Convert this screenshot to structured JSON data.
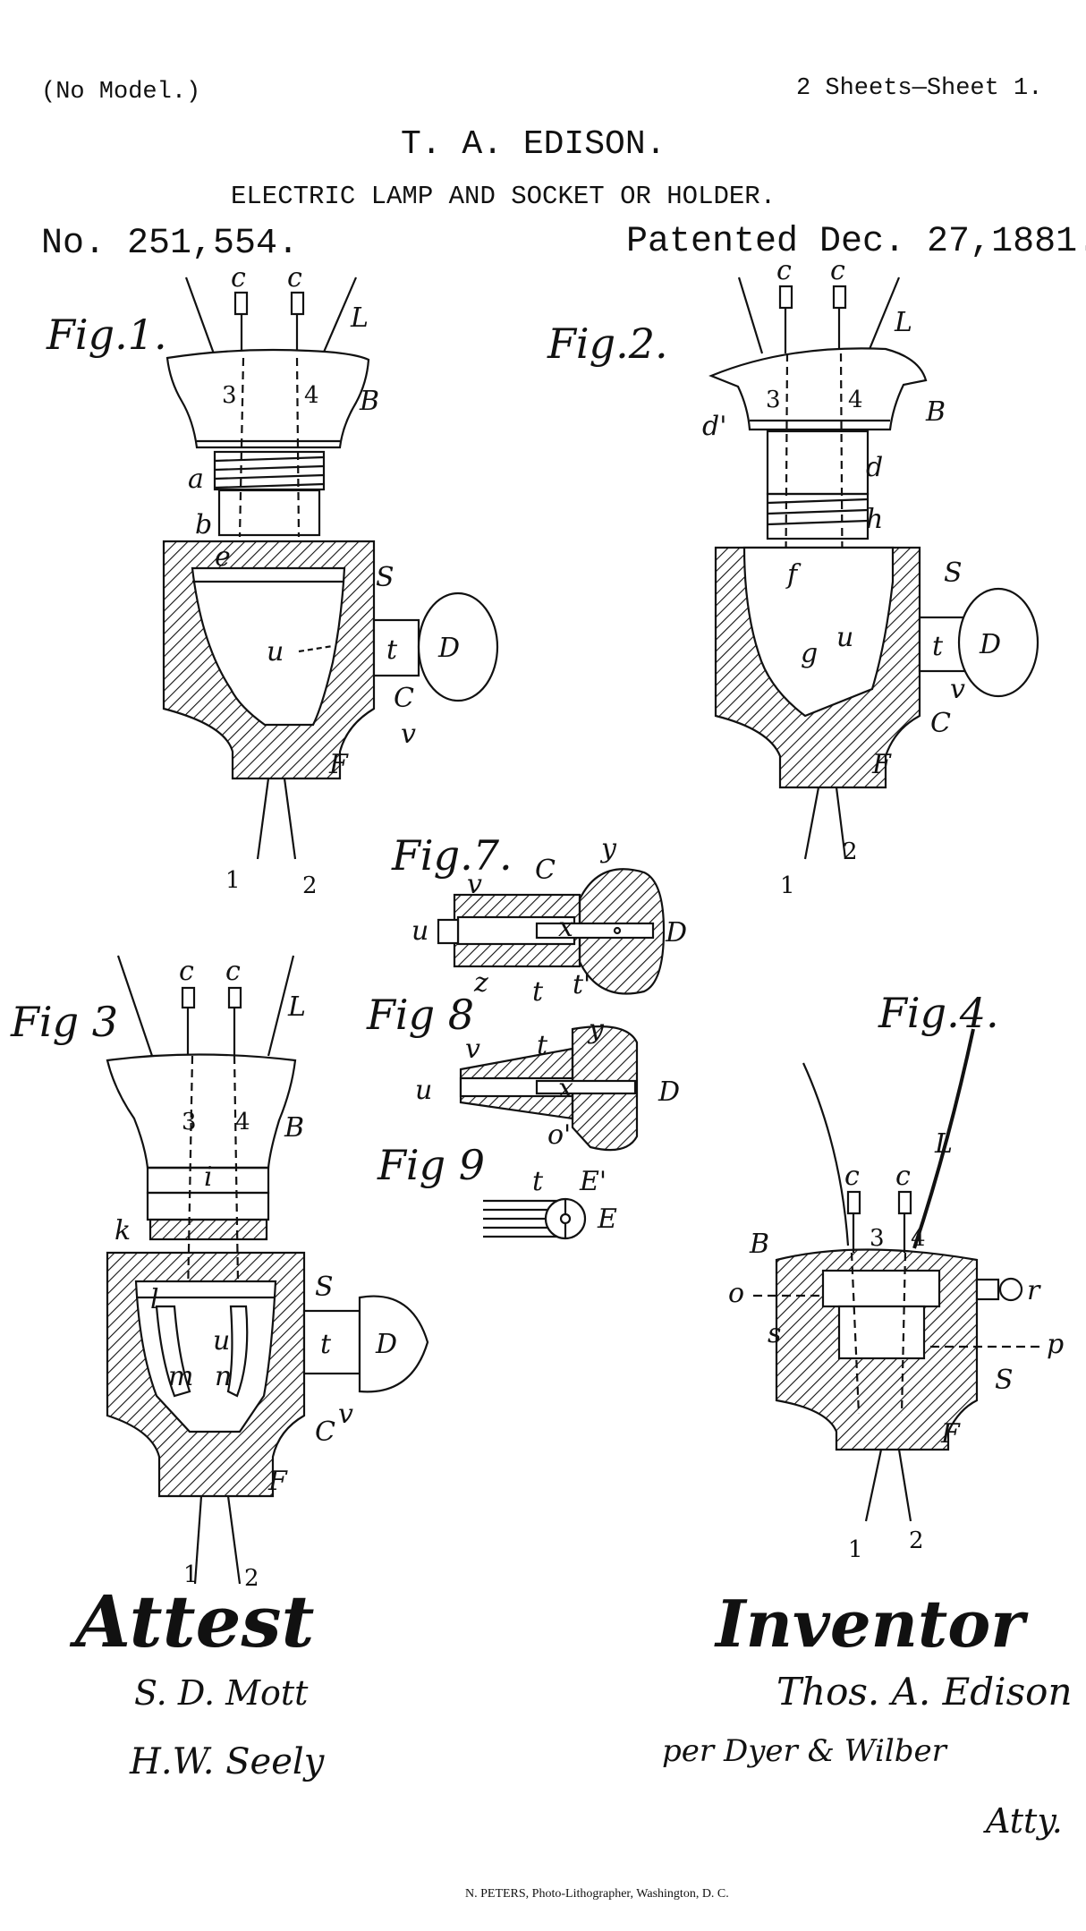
{
  "header": {
    "no_model": "(No Model.)",
    "sheets": "2 Sheets—Sheet 1.",
    "inventor_name": "T. A. EDISON.",
    "title": "ELECTRIC LAMP AND SOCKET OR HOLDER.",
    "patent_number": "No. 251,554.",
    "patented_date": "Patented Dec. 27,1881."
  },
  "figures": {
    "fig1": "Fig.1.",
    "fig2": "Fig.2.",
    "fig3": "Fig 3",
    "fig4": "Fig.4.",
    "fig7": "Fig.7.",
    "fig8": "Fig 8",
    "fig9": "Fig 9"
  },
  "labels": {
    "c": "c",
    "L": "L",
    "B": "B",
    "S": "S",
    "D": "D",
    "C": "C",
    "F": "F",
    "E": "E",
    "t": "t",
    "u": "u",
    "v": "v",
    "a": "a",
    "b": "b",
    "e": "e",
    "f": "f",
    "g": "g",
    "h": "h",
    "d": "d",
    "d_prime": "d'",
    "i": "i",
    "k": "k",
    "l": "l",
    "m": "m",
    "n": "n",
    "o": "o",
    "o_prime": "o'",
    "p": "p",
    "r": "r",
    "s": "s",
    "x": "x",
    "y": "y",
    "z": "z",
    "t_prime": "t'",
    "E_prime": "E'",
    "n1": "1",
    "n2": "2",
    "n3": "3",
    "n4": "4"
  },
  "attest": {
    "heading": "Attest",
    "witness1": "S. D. Mott",
    "witness2": "H.W. Seely"
  },
  "inventor": {
    "heading": "Inventor",
    "signature": "Thos. A. Edison",
    "per_line": "per Dyer & Wilber",
    "atty": "Atty."
  },
  "footer": {
    "imprint": "N. PETERS, Photo-Lithographer, Washington, D. C."
  }
}
